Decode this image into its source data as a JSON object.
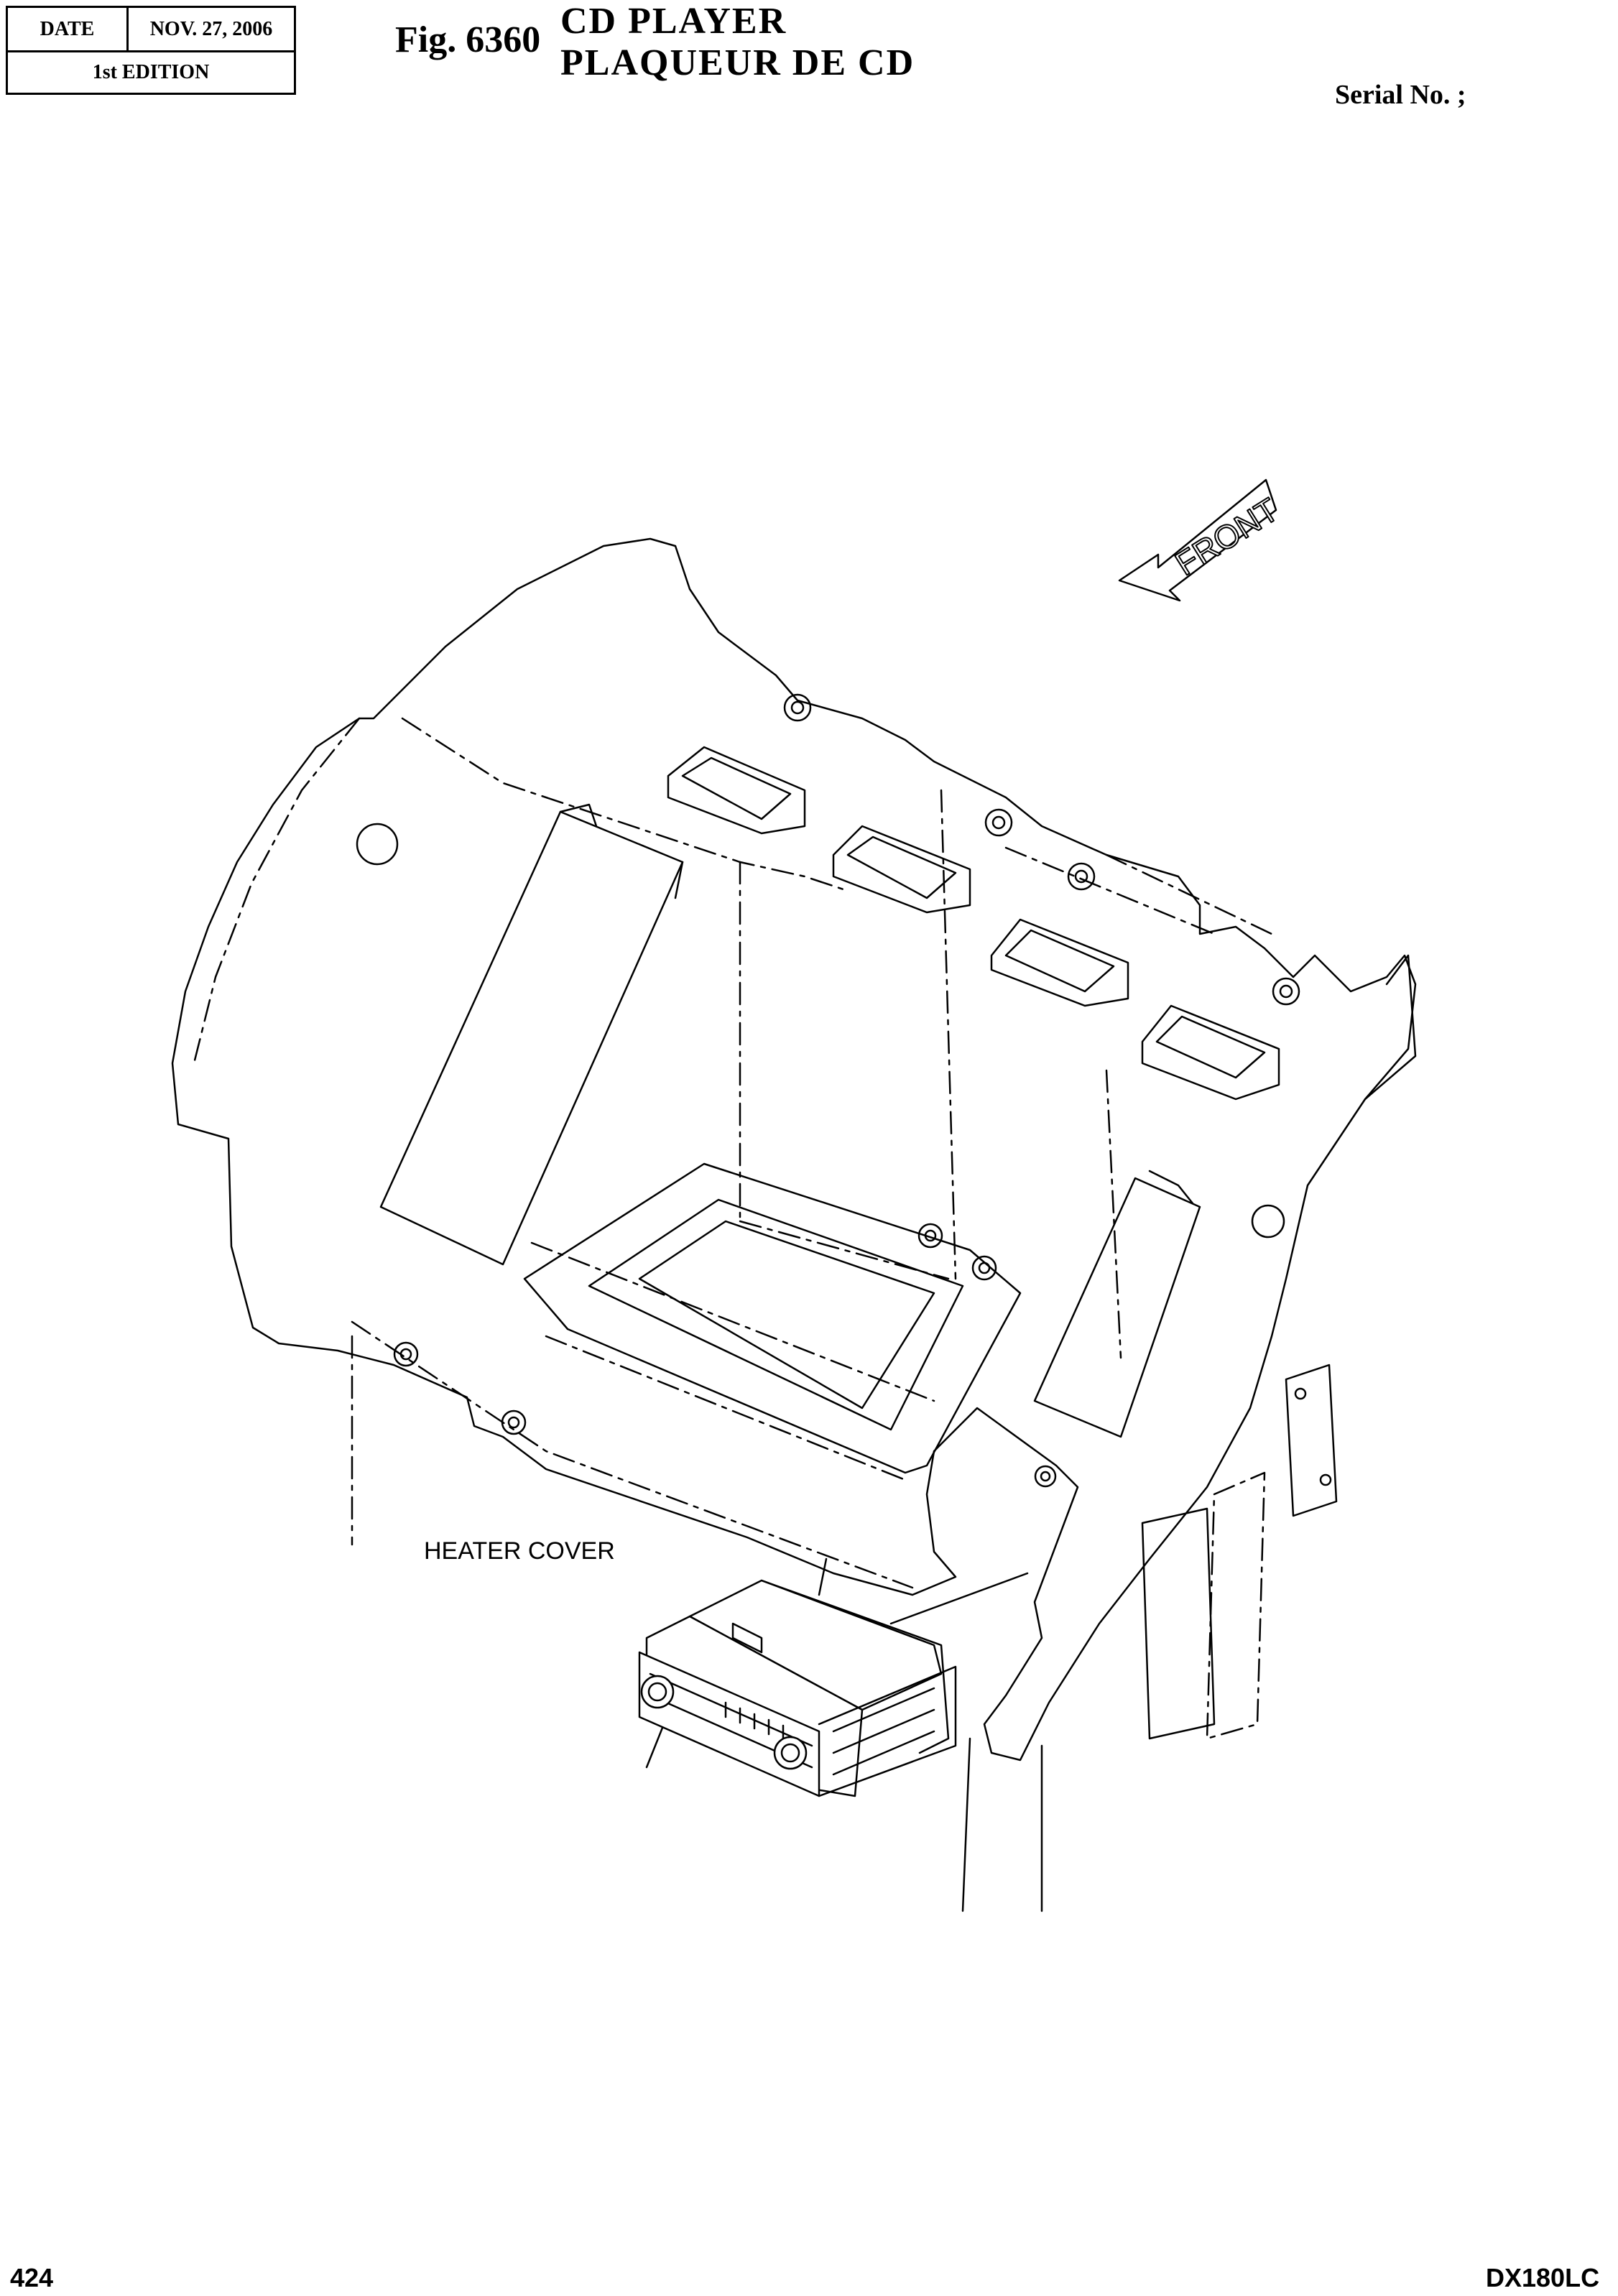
{
  "header": {
    "date_label": "DATE",
    "date_value": "NOV. 27, 2006",
    "edition": "1st EDITION",
    "figure_number": "Fig. 6360",
    "title_en": "CD  PLAYER",
    "title_fr": "PLAQUEUR  DE  CD",
    "serial_label": "Serial No. ;"
  },
  "drawing": {
    "front_arrow_label": "FRONT",
    "callouts": [
      {
        "label": "HEATER COVER"
      }
    ]
  },
  "footer": {
    "page_number": "424",
    "model": "DX180LC"
  }
}
